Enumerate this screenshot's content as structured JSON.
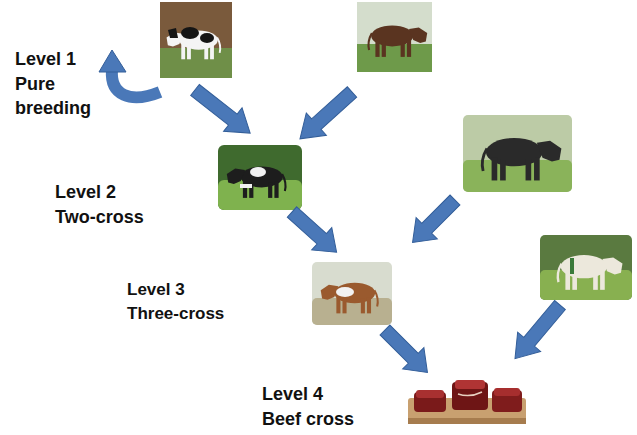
{
  "diagram": {
    "labels": [
      "Level 1",
      "Pure breeding",
      "Level 2",
      "Two-cross",
      "Level 3",
      "Three-cross",
      "Level 4",
      "Beef cross"
    ]
  }
}
